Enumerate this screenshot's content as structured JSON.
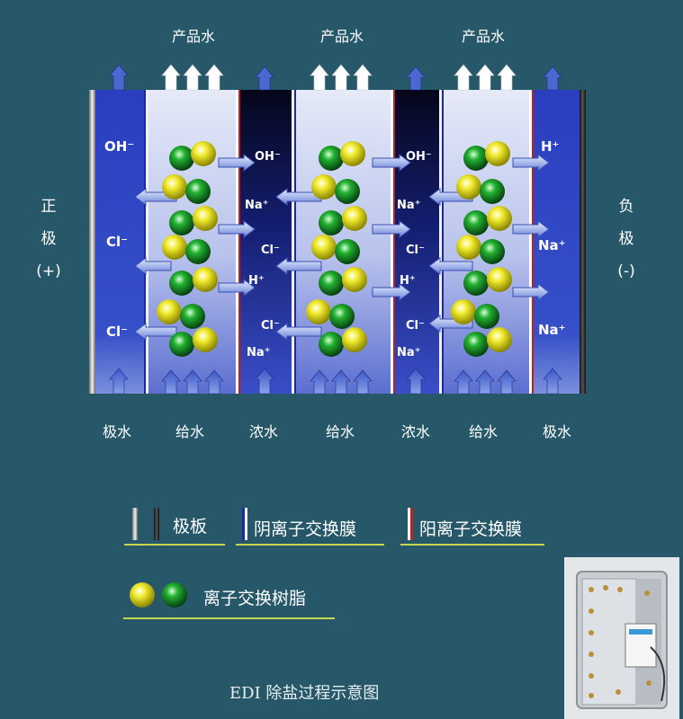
{
  "diagram": {
    "top_labels": [
      "产品水",
      "产品水",
      "产品水"
    ],
    "bottom_labels": [
      "极水",
      "给水",
      "浓水",
      "给水",
      "浓水",
      "给水",
      "极水"
    ],
    "left_electrode": [
      "正",
      "极",
      "(+)"
    ],
    "right_electrode": [
      "负",
      "极",
      "(-)"
    ],
    "ions": {
      "anode_channel": [
        "OH⁻",
        "Cl⁻",
        "Cl⁻"
      ],
      "conc1": [
        "OH⁻",
        "Na⁺",
        "Cl⁻",
        "H⁺",
        "Cl⁻",
        "Na⁺"
      ],
      "conc2": [
        "OH⁻",
        "Na⁺",
        "Cl⁻",
        "H⁺",
        "Cl⁻",
        "Na⁺"
      ],
      "cathode_channel": [
        "H⁺",
        "Na⁺",
        "Na⁺"
      ]
    }
  },
  "legend": {
    "electrode_plate": "极板",
    "anion_membrane": "阴离子交换膜",
    "cation_membrane": "阳离子交换膜",
    "resin": "离子交换树脂"
  },
  "caption": "EDI 除盐过程示意图",
  "colors": {
    "background": "#26586a",
    "anion_membrane": "#2a3ab0",
    "cation_membrane": "#c02020",
    "resin_yellow": "#e8e020",
    "resin_green": "#18a028",
    "legend_underline": "#c8d84a"
  }
}
